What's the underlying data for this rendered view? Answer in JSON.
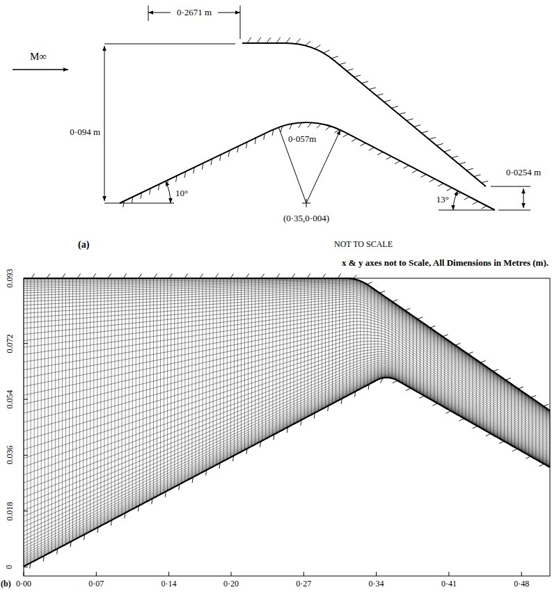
{
  "diagram": {
    "labels": [
      "0·2671 m",
      "M∞",
      "0·094 m",
      "0·057m",
      "10°",
      "(0·35,0·004)",
      "13°",
      "0·0254 m",
      "(a)",
      "NOT TO SCALE",
      "x & y axes not to Scale, All Dimensions in Metres (m).",
      "0.093",
      "0.072",
      "0.054",
      "0.036",
      "0.018",
      "0",
      "(b)",
      "0·00",
      "0·07",
      "0·14",
      "0·20",
      "0·27",
      "0·34",
      "0·41",
      "0·48"
    ]
  }
}
